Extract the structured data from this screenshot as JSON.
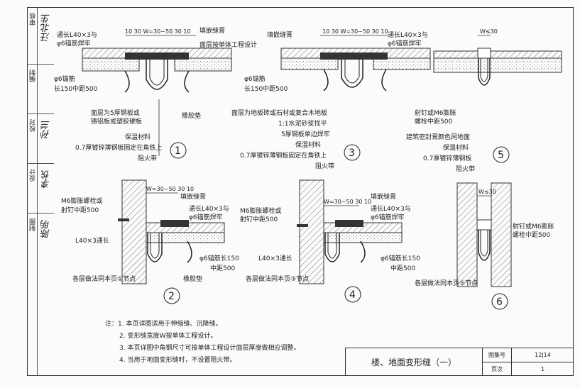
{
  "sidebar": {
    "rows": [
      {
        "label": "审核",
        "signature": "汪北生"
      },
      {
        "label": "校对",
        "signature": "孙兰"
      },
      {
        "label": "设计",
        "signature": "李悦"
      },
      {
        "label": "制图",
        "signature": "陈明"
      }
    ],
    "labels_top": [
      "审核",
      "审 核"
    ],
    "reviewer_roles": [
      "审核",
      "编制",
      "校对",
      "设计",
      "制图"
    ]
  },
  "details": {
    "d1": {
      "number": "1",
      "dims": "10 30  W=30~50 30 10",
      "labels": [
        "通长L40×3与",
        "φ6锚筋焊牢",
        "填嵌缝膏",
        "面层按单体工程设计",
        "φ6锚筋",
        "长150中距500",
        "面层为5厚钢板或",
        "铸铝板或塑胶硬板",
        "保温材料",
        "0.7厚镀锌薄钢板固定在角铁上",
        "阻火带",
        "橡胶垫"
      ]
    },
    "d2": {
      "number": "2",
      "dims": "W=30~50 30 10",
      "labels": [
        "M6膨胀螺栓或",
        "射钉中距500",
        "填嵌缝膏",
        "通长L40×3与",
        "φ6锚筋焊牢",
        "L40×3通长",
        "φ6锚筋长150",
        "中距500",
        "各层做法同本页①节点",
        "橡胶垫"
      ]
    },
    "d3": {
      "number": "3",
      "dims": "10 30  W=30~50 30 10",
      "labels": [
        "填嵌缝膏",
        "通长L40×3与",
        "φ6锚筋焊牢",
        "φ6锚筋",
        "长150中距500",
        "面层为地板砖或石材或复合木地板",
        "1:1水泥砂浆找平",
        "5厚钢板单边焊牢",
        "保温材料",
        "0.7厚镀锌薄钢板固定在角铁上",
        "阻火带"
      ]
    },
    "d4": {
      "number": "4",
      "dims": "W=30~50 30 10",
      "labels": [
        "填嵌缝膏",
        "M6膨胀螺栓或",
        "射钉中距500",
        "通长L40×3与",
        "φ6锚筋焊牢",
        "L40×3通长",
        "φ6锚筋长150",
        "中距500",
        "各层做法同本页③节点"
      ]
    },
    "d5": {
      "number": "5",
      "dims": "W≤30",
      "labels": [
        "射钉或M6膨胀",
        "螺栓中距500",
        "建筑密封膏颜色同地面",
        "保温材料",
        "0.7厚镀锌薄钢板",
        "阻火带"
      ]
    },
    "d6": {
      "number": "6",
      "dims": "W≤30",
      "labels": [
        "射钉或M6膨胀",
        "螺栓中距500",
        "各层做法同本页⑤节点"
      ]
    }
  },
  "notes": {
    "prefix": "注：",
    "items": [
      "1. 本页详图适用于伸缩缝、沉降缝。",
      "2. 变形缝宽度W按单体工程设计。",
      "3. 本页详图中角钢尺寸可按单体工程设计面层厚度做相应调整。",
      "4. 当用于地面变形缝时，不设置阻火带。"
    ]
  },
  "title_block": {
    "title": "楼、地面变形缝（一）",
    "atlas_label": "图集号",
    "atlas_value": "12J14",
    "page_label": "页次",
    "page_value": "1"
  },
  "colors": {
    "line": "#222222",
    "hatch": "#555555",
    "paper": "#fbfbfa"
  }
}
